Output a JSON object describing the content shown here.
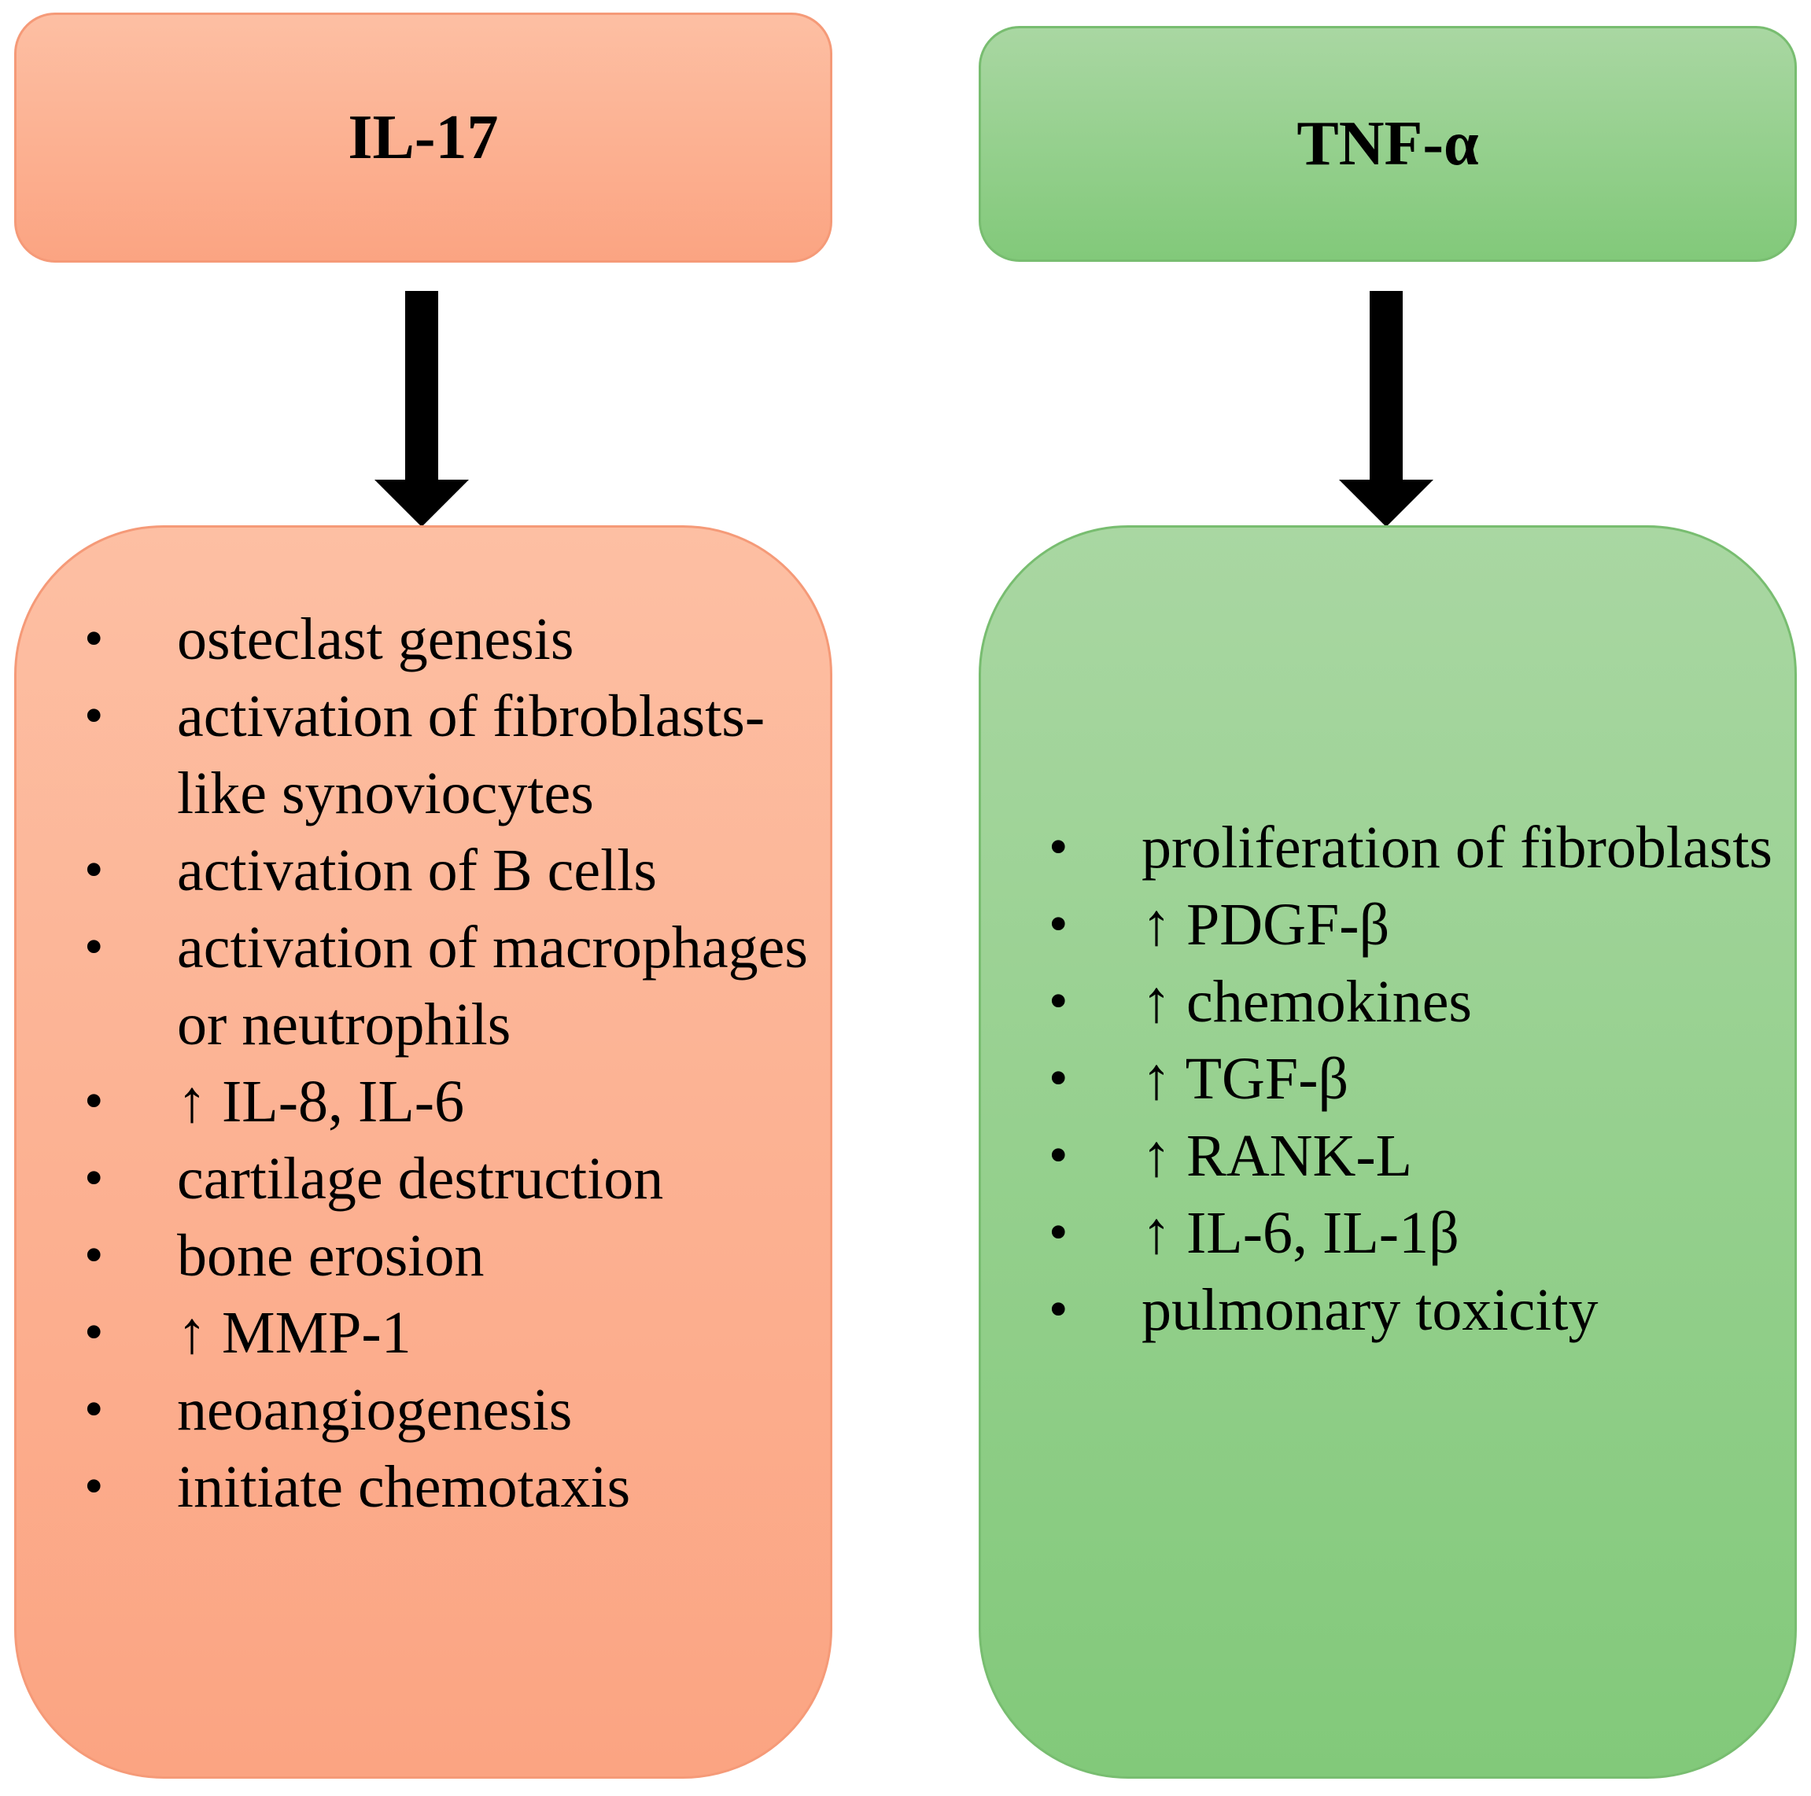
{
  "left": {
    "header": "IL-17",
    "items": [
      "osteclast genesis",
      "activation of fibroblasts-like synoviocytes",
      "activation of B cells",
      "activation of macrophages or neutrophils",
      "↑ IL-8, IL-6",
      "cartilage destruction",
      "bone erosion",
      "↑ MMP-1",
      "neoangiogenesis",
      "initiate chemotaxis"
    ]
  },
  "right": {
    "header": "TNF-α",
    "items": [
      "proliferation of fibroblasts",
      "↑ PDGF-β",
      "↑ chemokines",
      "↑ TGF-β",
      "↑ RANK-L",
      "↑ IL-6, IL-1β",
      "pulmonary toxicity"
    ]
  },
  "colors": {
    "salmon": "#fba482",
    "green": "#82c97a",
    "arrow": "#000000"
  },
  "icons": {
    "connector": "arrow-down-icon"
  }
}
